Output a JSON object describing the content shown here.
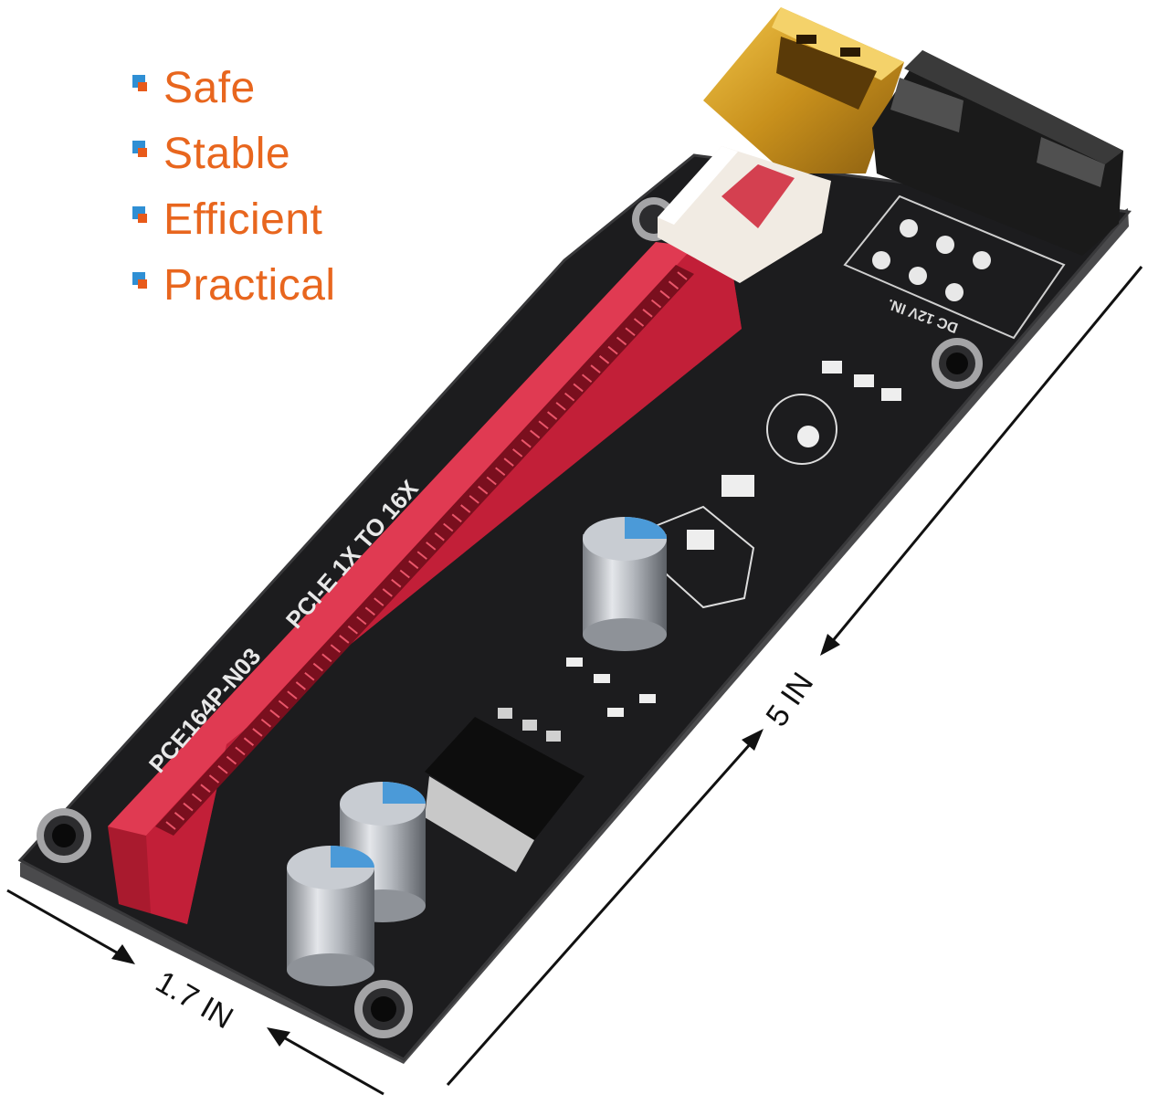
{
  "features": [
    {
      "label": "Safe"
    },
    {
      "label": "Stable"
    },
    {
      "label": "Efficient"
    },
    {
      "label": "Practical"
    }
  ],
  "dimensions": {
    "width_label": "1.7 IN",
    "length_label": "5 IN"
  },
  "board_print": {
    "model": "PCE164P-N03",
    "subtitle": "PCI-E 1X TO 16X",
    "power_label": "DC 12V IN."
  },
  "colors": {
    "feature_text": "#e8661e",
    "bullet_blue": "#2f8fd4",
    "bullet_orange": "#e85a1a",
    "board": "#1b1b1d",
    "slot": "#c7213a",
    "usb": "#d4a02a"
  }
}
